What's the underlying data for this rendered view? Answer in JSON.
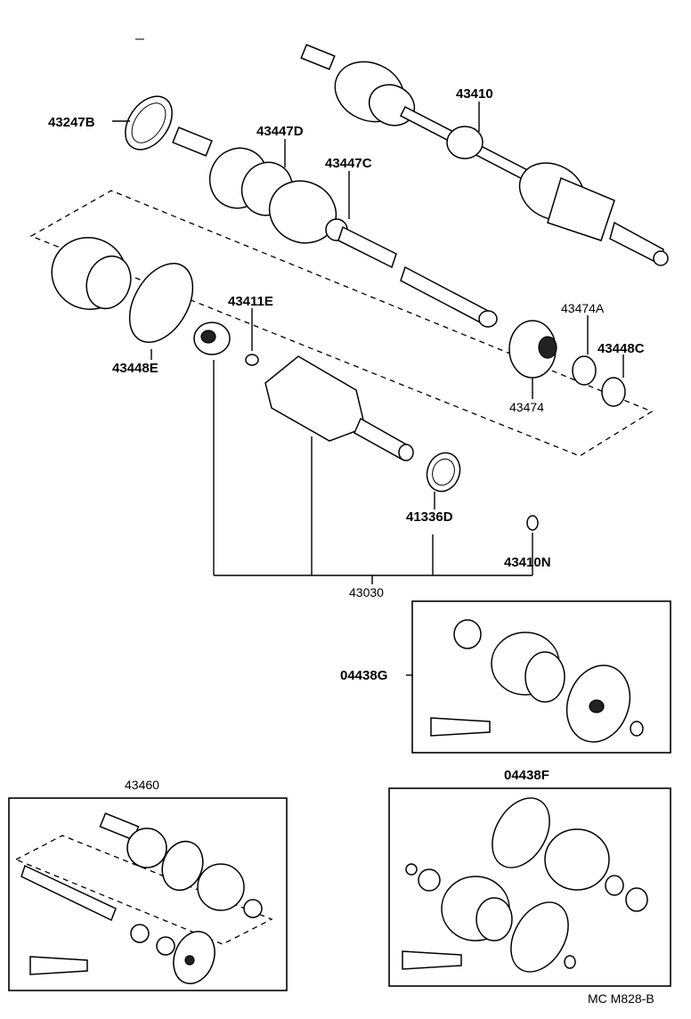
{
  "labels": {
    "p43410": "43410",
    "p43247B": "43247B",
    "p43447D": "43447D",
    "p43447C": "43447C",
    "p43411E": "43411E",
    "p43448E": "43448E",
    "p43474A": "43474A",
    "p43448C": "43448C",
    "p43474": "43474",
    "p41336D": "41336D",
    "p43410N": "43410N",
    "p43030": "43030",
    "p04438G": "04438G",
    "p43460": "43460",
    "p04438F": "04438F"
  },
  "footer": {
    "code": "MC M828-B"
  }
}
